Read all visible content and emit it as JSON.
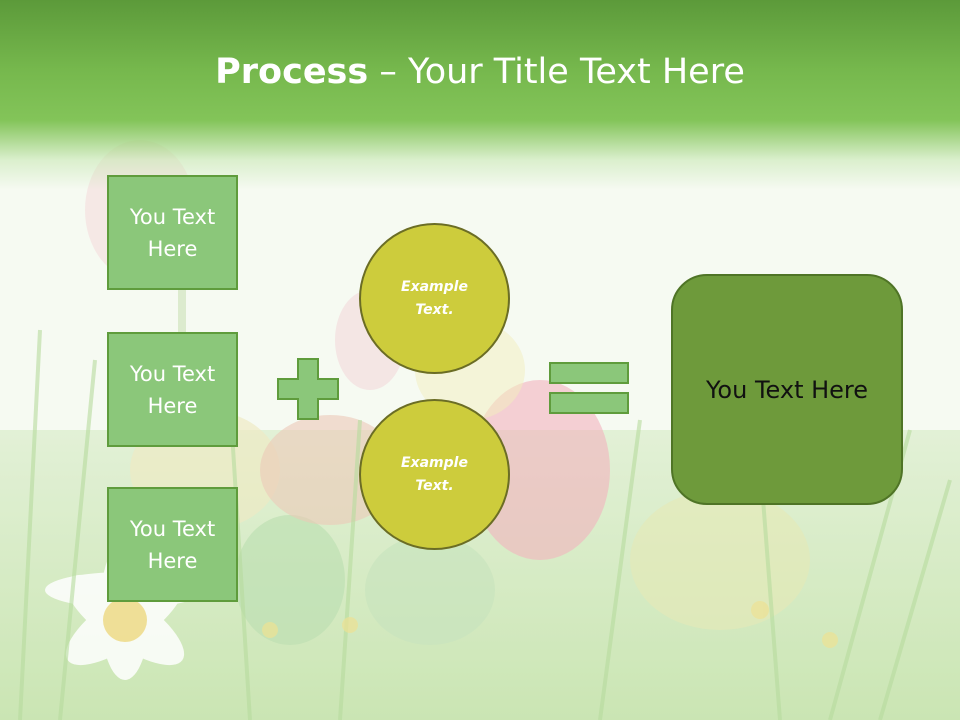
{
  "slide": {
    "title_bold": "Process",
    "title_rest": " – Your Title Text Here"
  },
  "steps": [
    {
      "label": "You Text Here"
    },
    {
      "label": "You Text Here"
    },
    {
      "label": "You Text Here"
    }
  ],
  "operators": {
    "plus_icon": "plus-icon",
    "equals_icon": "equals-icon"
  },
  "circles": [
    {
      "label": "Example Text."
    },
    {
      "label": "Example Text."
    }
  ],
  "result": {
    "label": "You Text Here"
  },
  "colors": {
    "header_green": "#76b84d",
    "box_fill": "#8bc77a",
    "circle_fill": "#cdcc3c",
    "result_fill": "#6e9a3b"
  }
}
